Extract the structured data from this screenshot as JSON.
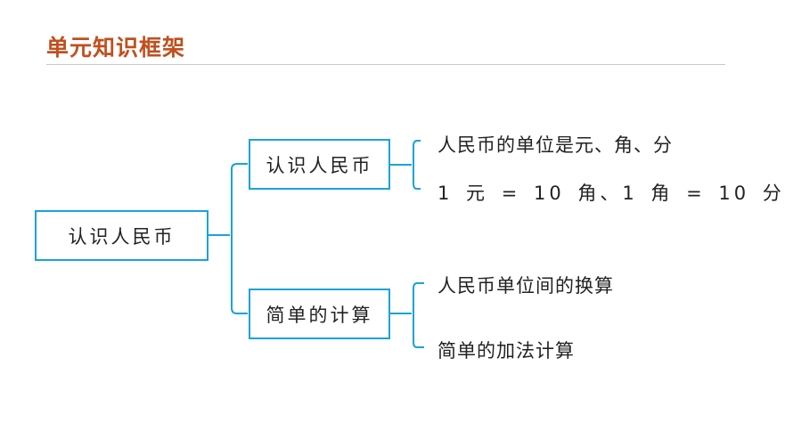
{
  "header": {
    "title": "单元知识框架"
  },
  "diagram": {
    "root": "认识人民币",
    "branches": [
      {
        "label": "认识人民币",
        "leaves": [
          "人民币的单位是元、角、分",
          "1 元 = 10 角、1 角 = 10 分"
        ]
      },
      {
        "label": "简单的计算",
        "leaves": [
          "人民币单位间的换算",
          "简单的加法计算"
        ]
      }
    ]
  },
  "colors": {
    "accent": "#19a3d9",
    "title": "#c0501f"
  }
}
